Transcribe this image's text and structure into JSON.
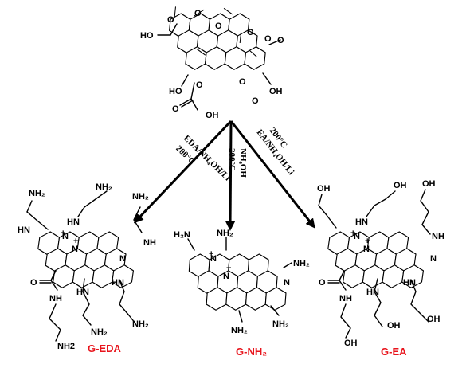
{
  "precursor": {
    "groups": {
      "cooh_left": "HO",
      "cooh_left_o": "O",
      "oh_left": "HO",
      "oh_right": "OH",
      "acid_oh": "OH",
      "ketone_o": "O",
      "lactone_o": "O"
    }
  },
  "routes": {
    "left": {
      "line1": "EDA/NH₄OH/Li",
      "line2": "200°C"
    },
    "middle": {
      "line1": "NH₄OH",
      "line2": "200°C"
    },
    "right": {
      "line1": "EA/NH₄OH/Li",
      "line2": "200°C"
    }
  },
  "products": {
    "g_eda": {
      "name": "G-EDA",
      "color": "#e8141c",
      "substituents": [
        "NH₂",
        "NH₂",
        "NH₂",
        "NH₂",
        "NH₂",
        "NH2",
        "HN",
        "HN",
        "NH",
        "NH",
        "HN",
        "N",
        "N",
        "N",
        "O",
        "+",
        "+"
      ]
    },
    "g_nh2": {
      "name": "G-NH₂",
      "color": "#e8141c",
      "substituents": [
        "H₂N",
        "NH₂",
        "NH₂",
        "NH₂",
        "NH₂",
        "N",
        "N",
        "N",
        "+",
        "+"
      ]
    },
    "g_ea": {
      "name": "G-EA",
      "color": "#e8141c",
      "substituents": [
        "OH",
        "OH",
        "OH",
        "OH",
        "OH",
        "OH",
        "HN",
        "HN",
        "NH",
        "NH",
        "HN",
        "N",
        "N",
        "N",
        "O",
        "+",
        "+"
      ]
    }
  }
}
